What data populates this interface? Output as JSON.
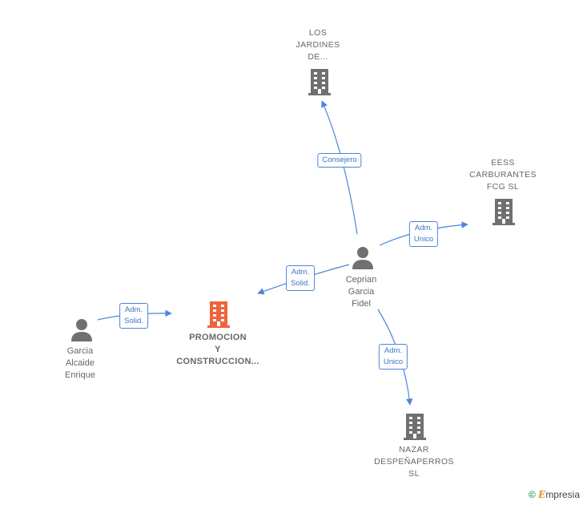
{
  "nodes": {
    "los_jardines": {
      "label": "LOS\nJARDINES\nDE..."
    },
    "eess_carburantes": {
      "label": "EESS\nCARBURANTES\nFCG SL"
    },
    "ceprian": {
      "label": "Ceprian\nGarcia\nFidel"
    },
    "promocion": {
      "label": "PROMOCION\nY\nCONSTRUCCION..."
    },
    "garcia_alcaide": {
      "label": "Garcia\nAlcaide\nEnrique"
    },
    "nazar": {
      "label": "NAZAR\nDESPEÑAPERROS\nSL"
    }
  },
  "edges": {
    "consejero": "Consejero",
    "adm_unico_eess": "Adm.\nUnico",
    "adm_solid_ceprian": "Adm.\nSolid.",
    "adm_solid_garcia": "Adm.\nSolid.",
    "adm_unico_nazar": "Adm.\nUnico"
  },
  "brand": {
    "copyright": "©",
    "initial": "E",
    "name": "mpresia"
  },
  "colors": {
    "edge": "#4a86d6",
    "company": "#707070",
    "main_company": "#f0643c",
    "person": "#707070"
  }
}
